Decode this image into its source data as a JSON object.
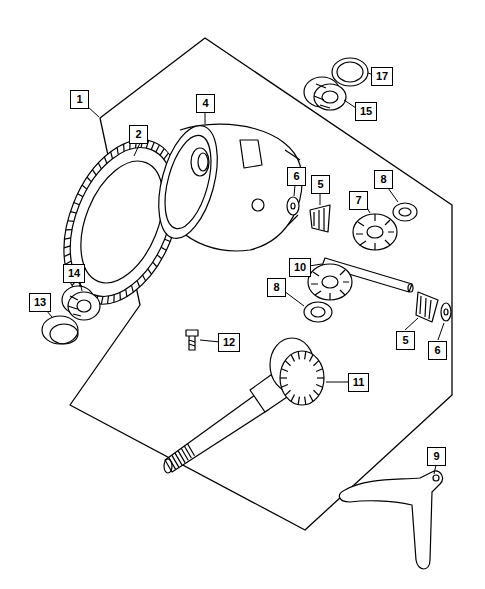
{
  "diagram": {
    "nodes": [
      {
        "text": [
          "17"
        ]
      },
      {
        "text": [
          "1"
        ]
      },
      {
        "text": [
          "4"
        ]
      },
      {
        "text": [
          "15"
        ]
      },
      {
        "text": [
          "2"
        ]
      },
      {
        "text": [
          "6"
        ]
      },
      {
        "text": [
          "8"
        ]
      },
      {
        "text": [
          "5"
        ]
      },
      {
        "text": [
          "7"
        ]
      },
      {
        "text": [
          "10"
        ]
      },
      {
        "text": [
          "14"
        ]
      },
      {
        "text": [
          "8"
        ]
      },
      {
        "text": [
          "13"
        ]
      },
      {
        "text": [
          "5"
        ]
      },
      {
        "text": [
          "12"
        ]
      },
      {
        "text": [
          "6"
        ]
      },
      {
        "text": [
          "11"
        ]
      },
      {
        "text": [
          "9"
        ]
      }
    ],
    "edges": []
  }
}
